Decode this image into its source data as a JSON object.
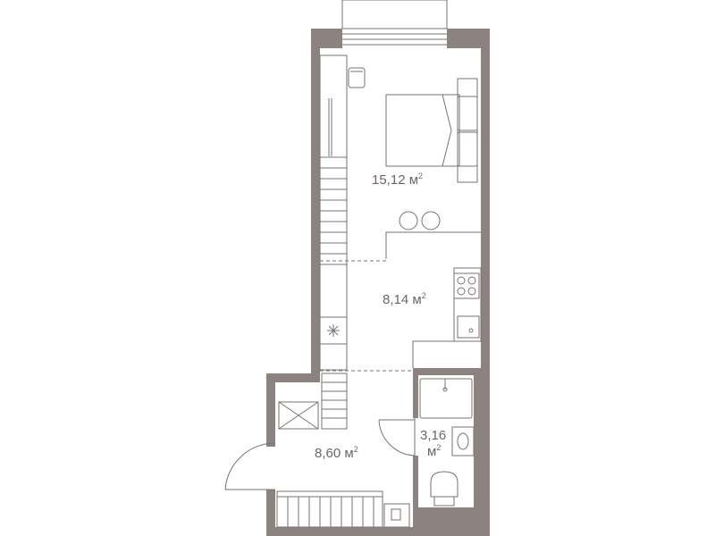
{
  "rooms": [
    {
      "id": "living",
      "area": "15,12 м",
      "unit_sup": "2"
    },
    {
      "id": "kitchen",
      "area": "8,14 м",
      "unit_sup": "2"
    },
    {
      "id": "hall",
      "area": "8,60 м",
      "unit_sup": "2"
    },
    {
      "id": "bathroom",
      "area": "3,16",
      "unit_line2": "м",
      "unit_sup": "2"
    }
  ],
  "colors": {
    "wall": "#8c8280",
    "line": "#7b7170",
    "label": "#6e6665",
    "background": "#ffffff"
  },
  "icons": [
    "bed-icon",
    "chair-icon",
    "stove-icon",
    "sink-icon",
    "snowflake-icon",
    "bathtub-icon",
    "toilet-icon",
    "washbasin-icon"
  ]
}
